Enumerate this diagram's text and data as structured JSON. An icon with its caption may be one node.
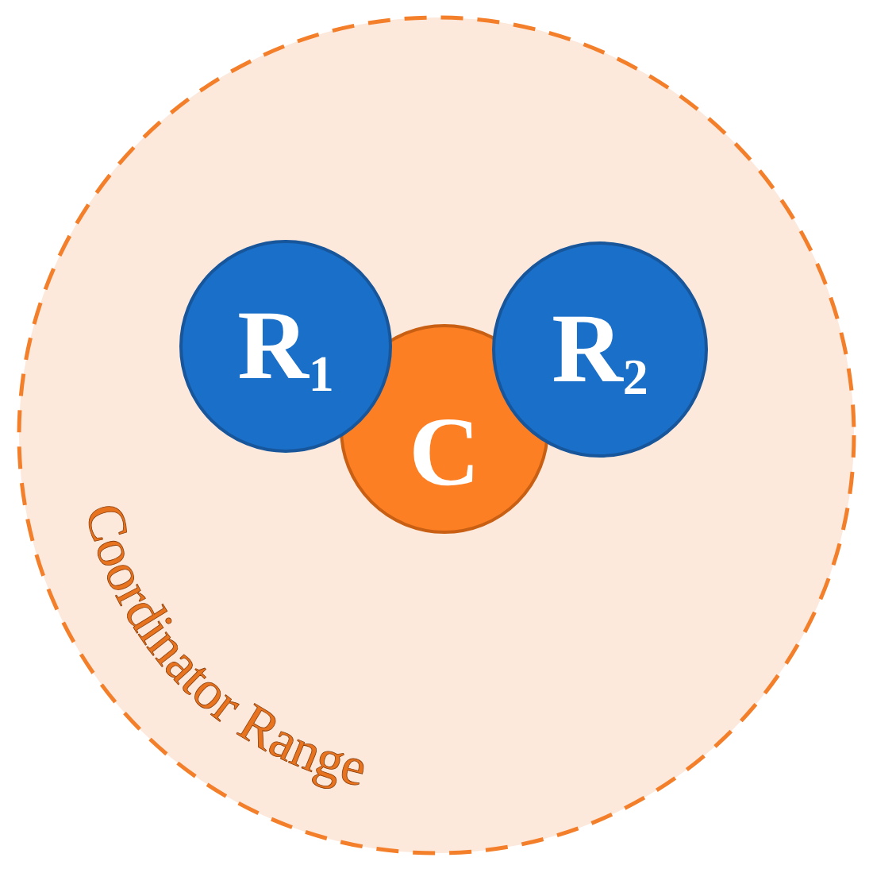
{
  "diagram": {
    "nodes": [
      {
        "text": [
          "Coordinator Range"
        ]
      },
      {
        "text": [
          "R$_{1}$"
        ],
        "in": 0
      },
      {
        "text": [
          "C"
        ],
        "in": 0
      },
      {
        "text": [
          "R$_{2}$"
        ],
        "in": 0
      }
    ]
  }
}
